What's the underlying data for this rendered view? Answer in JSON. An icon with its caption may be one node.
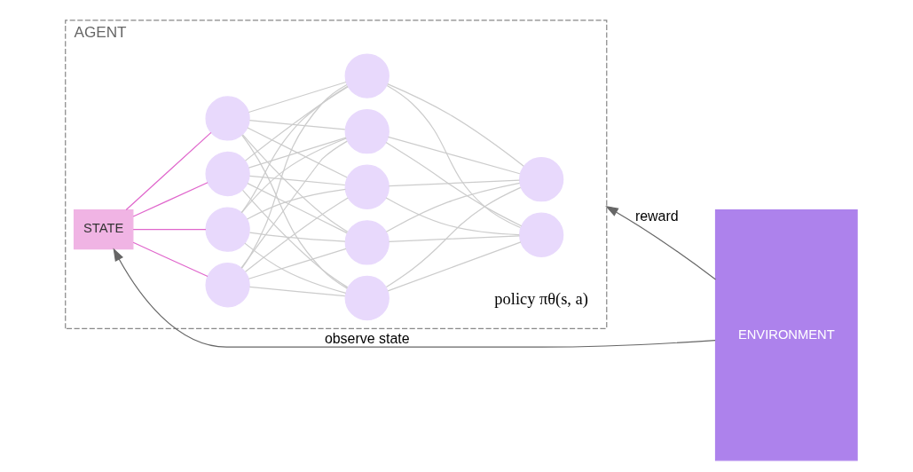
{
  "diagram": {
    "nodes": [
      {
        "text": [
          "AGENT"
        ]
      },
      {
        "text": [
          "STATE"
        ],
        "in": 0
      },
      {
        "text": [],
        "shape": "circle",
        "in": 0
      },
      {
        "text": [],
        "shape": "circle",
        "in": 0
      },
      {
        "text": [],
        "shape": "circle",
        "in": 0
      },
      {
        "text": [],
        "shape": "circle",
        "in": 0
      },
      {
        "text": [],
        "shape": "circle",
        "in": 0
      },
      {
        "text": [],
        "shape": "circle",
        "in": 0
      },
      {
        "text": [],
        "shape": "circle",
        "in": 0
      },
      {
        "text": [],
        "shape": "circle",
        "in": 0
      },
      {
        "text": [],
        "shape": "circle",
        "in": 0
      },
      {
        "text": [],
        "shape": "circle",
        "in": 0
      },
      {
        "text": [],
        "shape": "circle",
        "in": 0
      },
      {
        "text": [
          "ENVIRONMENT"
        ]
      }
    ],
    "edges": [
      {
        "from": 1,
        "to": 2,
        "arrow": "none",
        "color": "#e066cc"
      },
      {
        "from": 1,
        "to": 3,
        "arrow": "none",
        "color": "#e066cc"
      },
      {
        "from": 1,
        "to": 4,
        "arrow": "none",
        "color": "#e066cc"
      },
      {
        "from": 1,
        "to": 5,
        "arrow": "none",
        "color": "#e066cc"
      },
      {
        "from": 2,
        "to": 6,
        "arrow": "none"
      },
      {
        "from": 2,
        "to": 7,
        "arrow": "none"
      },
      {
        "from": 2,
        "to": 8,
        "arrow": "none"
      },
      {
        "from": 2,
        "to": 9,
        "arrow": "none"
      },
      {
        "from": 2,
        "to": 10,
        "arrow": "none"
      },
      {
        "from": 3,
        "to": 6,
        "arrow": "none"
      },
      {
        "from": 3,
        "to": 7,
        "arrow": "none"
      },
      {
        "from": 3,
        "to": 8,
        "arrow": "none"
      },
      {
        "from": 3,
        "to": 9,
        "arrow": "none"
      },
      {
        "from": 3,
        "to": 10,
        "arrow": "none"
      },
      {
        "from": 4,
        "to": 6,
        "arrow": "none"
      },
      {
        "from": 4,
        "to": 7,
        "arrow": "none"
      },
      {
        "from": 4,
        "to": 8,
        "arrow": "none"
      },
      {
        "from": 4,
        "to": 9,
        "arrow": "none"
      },
      {
        "from": 4,
        "to": 10,
        "arrow": "none"
      },
      {
        "from": 5,
        "to": 6,
        "arrow": "none"
      },
      {
        "from": 5,
        "to": 7,
        "arrow": "none"
      },
      {
        "from": 5,
        "to": 8,
        "arrow": "none"
      },
      {
        "from": 5,
        "to": 9,
        "arrow": "none"
      },
      {
        "from": 5,
        "to": 10,
        "arrow": "none"
      },
      {
        "from": 6,
        "to": 11,
        "arrow": "none"
      },
      {
        "from": 6,
        "to": 12,
        "arrow": "none"
      },
      {
        "from": 7,
        "to": 11,
        "arrow": "none"
      },
      {
        "from": 7,
        "to": 12,
        "arrow": "none"
      },
      {
        "from": 8,
        "to": 11,
        "arrow": "none"
      },
      {
        "from": 8,
        "to": 12,
        "arrow": "none"
      },
      {
        "from": 9,
        "to": 11,
        "arrow": "none"
      },
      {
        "from": 9,
        "to": 12,
        "arrow": "none"
      },
      {
        "from": 10,
        "to": 11,
        "arrow": "none"
      },
      {
        "from": 10,
        "to": 12,
        "arrow": "none"
      },
      {
        "from": 13,
        "to": 0,
        "arrow": "to",
        "label": "reward",
        "color": "#666666"
      },
      {
        "from": 13,
        "to": 1,
        "arrow": "to",
        "label": "observe state",
        "color": "#666666"
      }
    ],
    "labels": [
      "policy πθ(s, a)"
    ]
  }
}
